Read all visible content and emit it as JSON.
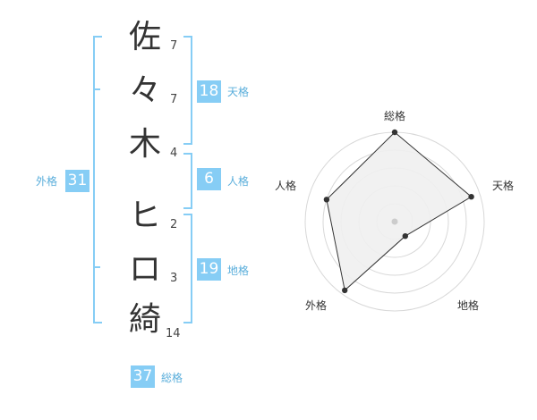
{
  "name": {
    "characters": [
      {
        "char": "佐",
        "strokes": "7"
      },
      {
        "char": "々",
        "strokes": "7"
      },
      {
        "char": "木",
        "strokes": "4"
      },
      {
        "char": "ヒ",
        "strokes": "2"
      },
      {
        "char": "ロ",
        "strokes": "3"
      },
      {
        "char": "綺",
        "strokes": "14"
      }
    ]
  },
  "kakusu": {
    "tenkaku": {
      "value": "18",
      "label": "天格"
    },
    "jinkaku": {
      "value": "6",
      "label": "人格"
    },
    "chikaku": {
      "value": "19",
      "label": "地格"
    },
    "gaikaku": {
      "value": "31",
      "label": "外格"
    },
    "soukaku": {
      "value": "37",
      "label": "総格"
    }
  },
  "radar": {
    "axes": [
      "総格",
      "天格",
      "地格",
      "外格",
      "人格"
    ],
    "scores": [
      1.0,
      0.9,
      0.2,
      0.95,
      0.8
    ],
    "levels": 5,
    "colors": {
      "fill": "#f0f0f0",
      "line": "#333333",
      "grid": "#d8d8d8",
      "center": "#cccccc",
      "point": "#333333"
    }
  },
  "colors": {
    "accent": "#86cdf5",
    "accent_text": "#5aaedb"
  }
}
